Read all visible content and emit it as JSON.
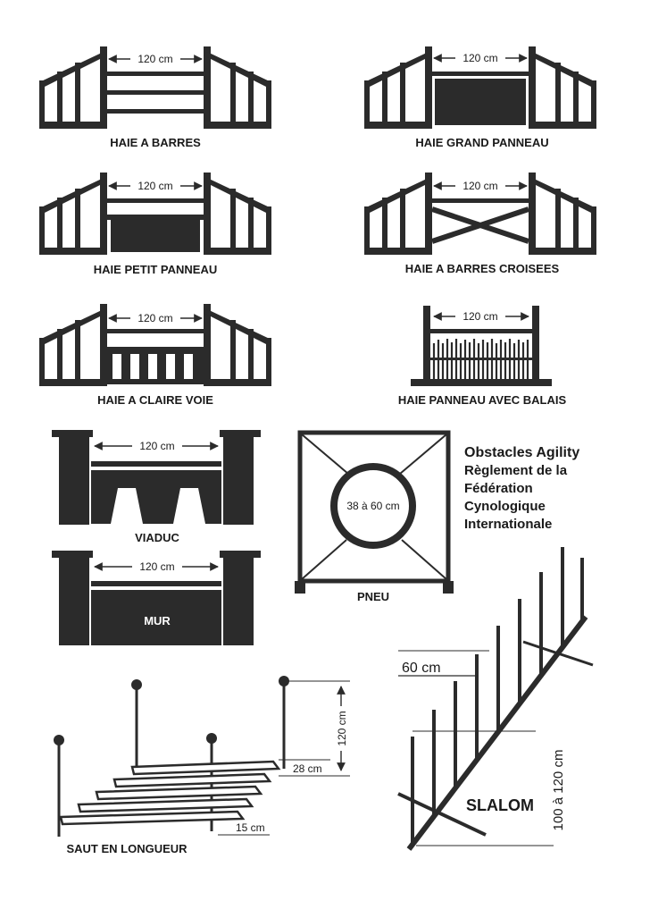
{
  "colors": {
    "ink": "#2b2b2b",
    "paper": "#ffffff"
  },
  "obstacles": {
    "haie_barres": {
      "label": "HAIE A BARRES",
      "width": "120 cm"
    },
    "haie_grand_panneau": {
      "label": "HAIE GRAND PANNEAU",
      "width": "120 cm"
    },
    "haie_petit_panneau": {
      "label": "HAIE PETIT PANNEAU",
      "width": "120 cm"
    },
    "haie_barres_croisees": {
      "label": "HAIE A BARRES CROISEES",
      "width": "120 cm"
    },
    "haie_claire_voie": {
      "label": "HAIE A CLAIRE VOIE",
      "width": "120 cm"
    },
    "haie_balais": {
      "label": "HAIE PANNEAU AVEC BALAIS",
      "width": "120 cm"
    },
    "viaduc": {
      "label": "VIADUC",
      "width": "120 cm"
    },
    "mur": {
      "label": "MUR",
      "width": "120 cm"
    },
    "pneu": {
      "label": "PNEU",
      "diameter": "38 à 60 cm"
    },
    "saut_longueur": {
      "label": "SAUT EN LONGUEUR",
      "height": "120 cm",
      "depth": "28 cm",
      "step": "15 cm"
    },
    "slalom": {
      "label": "SLALOM",
      "spacing": "60 cm",
      "height": "100 à 120 cm"
    }
  },
  "title_block": {
    "line1": "Obstacles Agility",
    "line2": "Règlement de la",
    "line3": "Fédération",
    "line4": "Cynologique",
    "line5": "Internationale"
  }
}
